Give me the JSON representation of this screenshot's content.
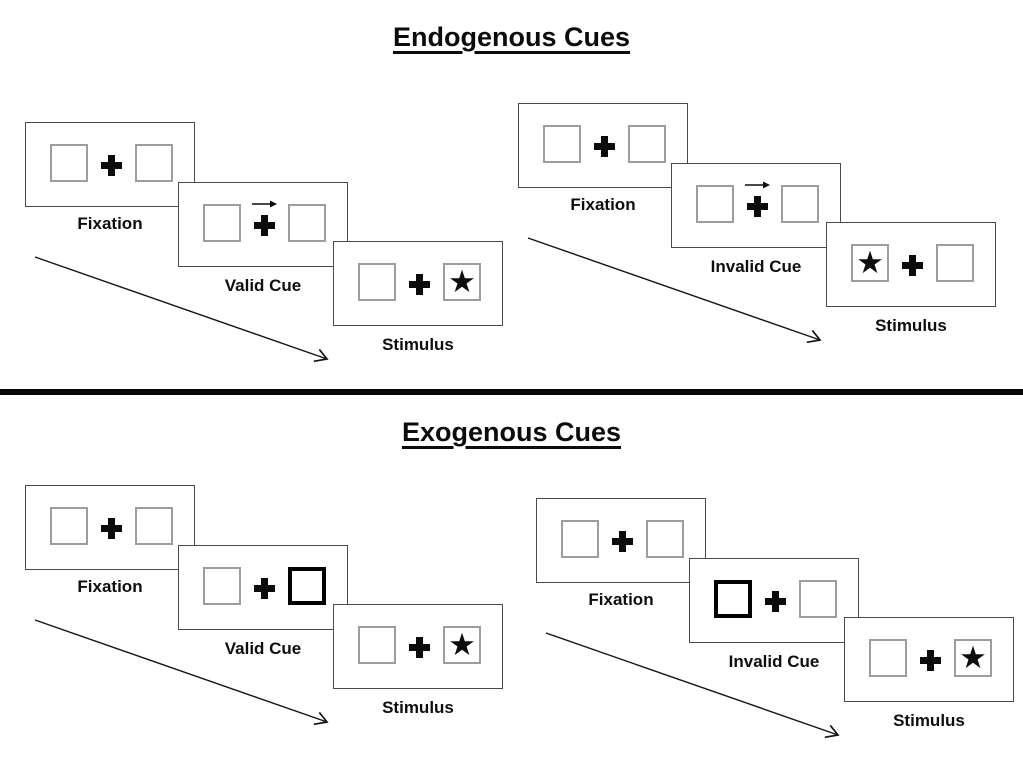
{
  "sections": [
    {
      "title": "Endogenous Cues",
      "sequences": [
        {
          "name": "valid-cue-trial",
          "cue": "arrow-pointing-right",
          "target_location": "right",
          "steps": [
            {
              "label": "Fixation"
            },
            {
              "label": "Valid Cue"
            },
            {
              "label": "Stimulus"
            }
          ]
        },
        {
          "name": "invalid-cue-trial",
          "cue": "arrow-pointing-right",
          "target_location": "left",
          "steps": [
            {
              "label": "Fixation"
            },
            {
              "label": "Invalid Cue"
            },
            {
              "label": "Stimulus"
            }
          ]
        }
      ]
    },
    {
      "title": "Exogenous Cues",
      "sequences": [
        {
          "name": "valid-cue-trial",
          "cue": "highlighted-right-box",
          "target_location": "right",
          "steps": [
            {
              "label": "Fixation"
            },
            {
              "label": "Valid Cue"
            },
            {
              "label": "Stimulus"
            }
          ]
        },
        {
          "name": "invalid-cue-trial",
          "cue": "highlighted-left-box",
          "target_location": "right",
          "steps": [
            {
              "label": "Fixation"
            },
            {
              "label": "Invalid Cue"
            },
            {
              "label": "Stimulus"
            }
          ]
        }
      ]
    }
  ],
  "glyphs": {
    "star": "★"
  },
  "colors": {
    "background": "#ffffff",
    "ink": "#0b0b0b",
    "panel_border": "#4a4a4a",
    "box_border": "#9d9d9d",
    "cue_highlight": "#000000",
    "divider": "#070707"
  }
}
